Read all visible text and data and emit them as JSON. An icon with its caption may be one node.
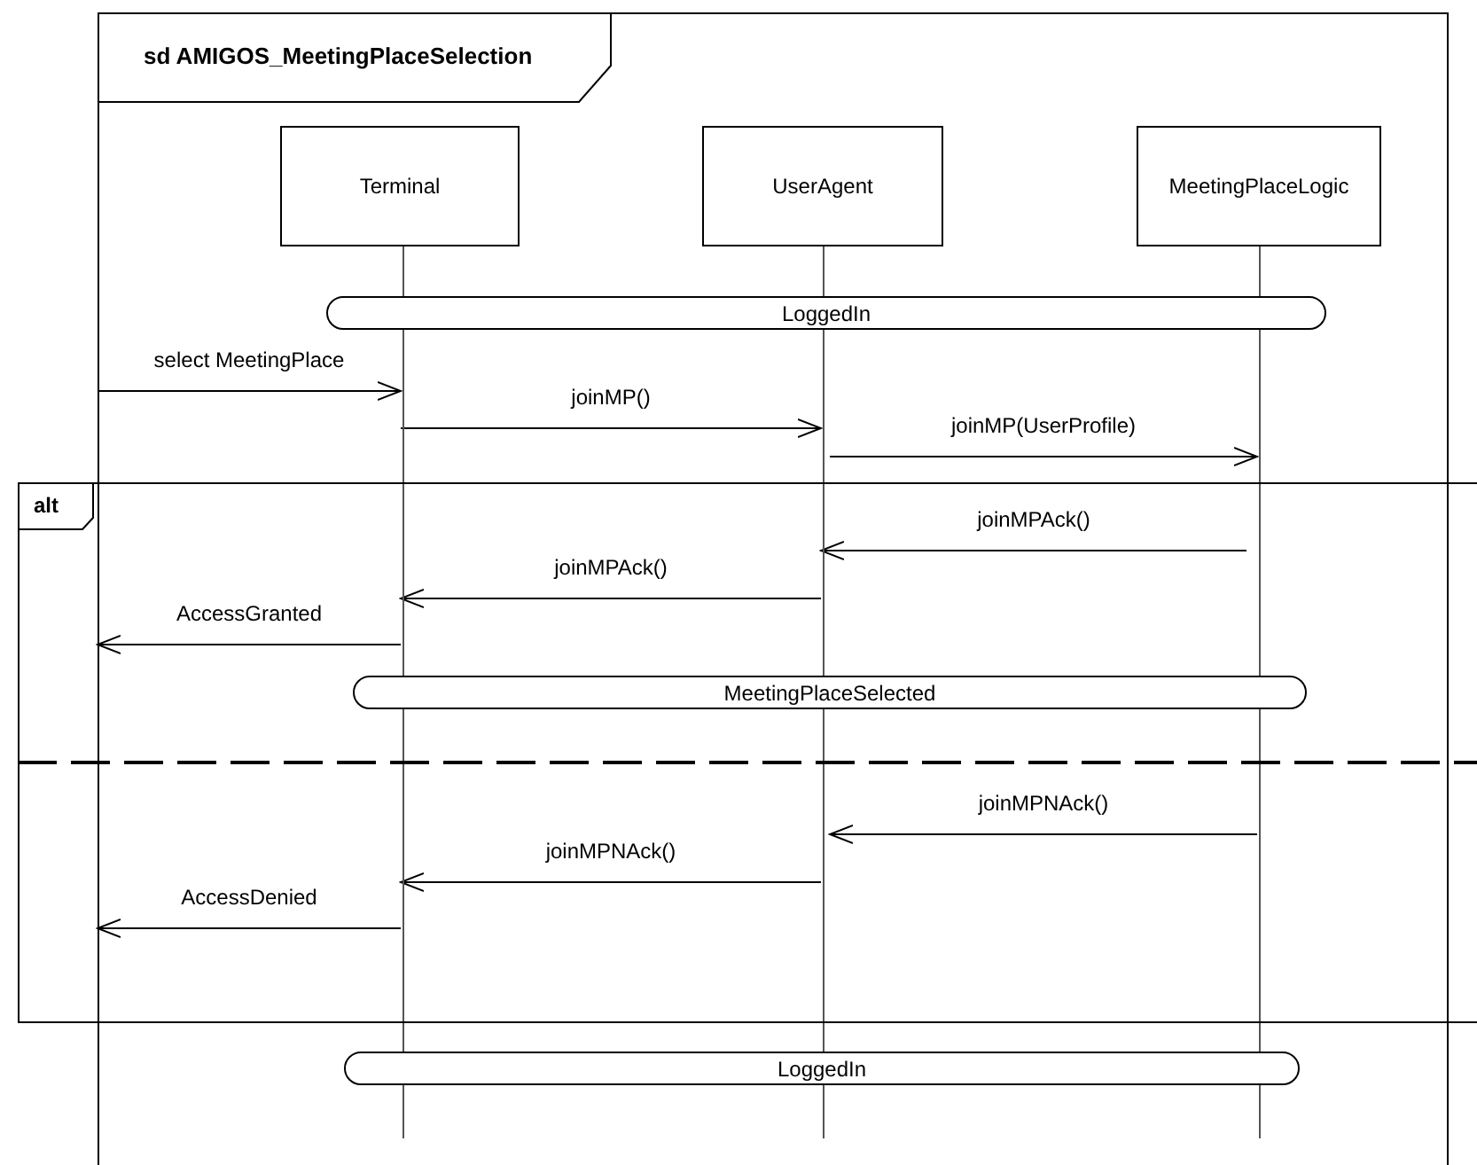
{
  "diagram": {
    "nodes": [
      {
        "text": [
          "sd AMIGOS_MeetingPlaceSelection"
        ]
      },
      {
        "text": [
          "Terminal"
        ],
        "in": 0
      },
      {
        "text": [
          "UserAgent"
        ],
        "in": 0
      },
      {
        "text": [
          "MeetingPlaceLogic"
        ],
        "in": 0
      },
      {
        "text": [
          "LoggedIn"
        ],
        "in": 0
      },
      {
        "text": [
          "alt"
        ]
      },
      {
        "text": [
          "MeetingPlaceSelected"
        ],
        "in": 5
      },
      {
        "text": [
          "LoggedIn"
        ],
        "in": 0
      }
    ],
    "edges": [
      {
        "from": 0,
        "to": 1,
        "arrow": "to",
        "label": "select MeetingPlace"
      },
      {
        "from": 1,
        "to": 2,
        "arrow": "to",
        "label": "joinMP()"
      },
      {
        "from": 2,
        "to": 3,
        "arrow": "to",
        "label": "joinMP(UserProfile)"
      },
      {
        "from": 3,
        "to": 2,
        "arrow": "to",
        "label": "joinMPAck()"
      },
      {
        "from": 2,
        "to": 1,
        "arrow": "to",
        "label": "joinMPAck()"
      },
      {
        "from": 1,
        "to": 0,
        "arrow": "to",
        "label": "AccessGranted"
      },
      {
        "from": 3,
        "to": 2,
        "arrow": "to",
        "label": "joinMPNAck()"
      },
      {
        "from": 2,
        "to": 1,
        "arrow": "to",
        "label": "joinMPNAck()"
      },
      {
        "from": 1,
        "to": 0,
        "arrow": "to",
        "label": "AccessDenied"
      }
    ]
  }
}
